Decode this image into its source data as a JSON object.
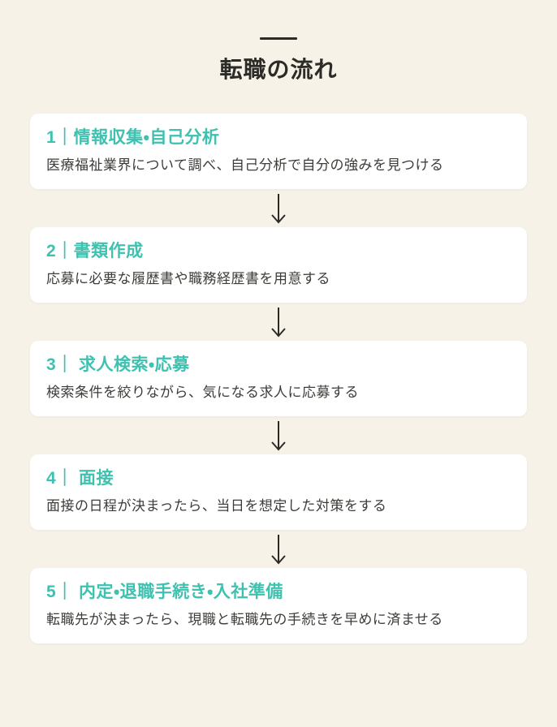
{
  "page": {
    "background_color": "#f6f2e8",
    "accent_color": "#3fc1b0",
    "text_color": "#2d2b27",
    "card_color": "#ffffff"
  },
  "header": {
    "title": "転職の流れ"
  },
  "flow": {
    "steps": [
      {
        "heading": "1｜情報収集・自己分析",
        "description": "医療福祉業界について調べ、自己分析で自分の強みを見つける"
      },
      {
        "heading": "2｜書類作成",
        "description": "応募に必要な履歴書や職務経歴書を用意する"
      },
      {
        "heading": "3｜ 求人検索・応募",
        "description": "検索条件を絞りながら、気になる求人に応募する"
      },
      {
        "heading": "4｜ 面接",
        "description": "面接の日程が決まったら、当日を想定した対策をする"
      },
      {
        "heading": "5｜ 内定・退職手続き・入社準備",
        "description": "転職先が決まったら、現職と転職先の手続きを早めに済ませる"
      }
    ]
  }
}
